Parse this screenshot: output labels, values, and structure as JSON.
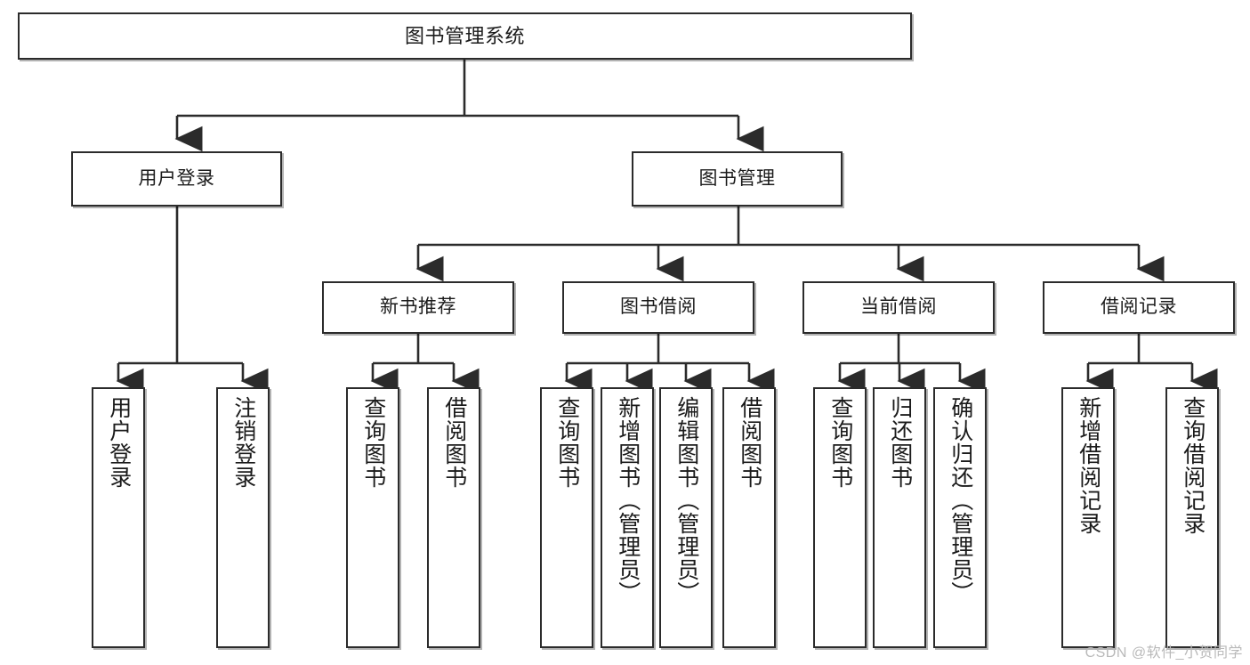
{
  "diagram": {
    "title": "图书管理系统",
    "type": "tree-hierarchy",
    "colors": {
      "box_border": "#2b2b2b",
      "box_fill": "#ffffff",
      "connector": "#2b2b2b",
      "watermark": "#b9b9b9",
      "background": "#ffffff"
    },
    "root": {
      "label": "图书管理系统"
    },
    "level2": [
      {
        "label": "用户登录"
      },
      {
        "label": "图书管理"
      }
    ],
    "level3": [
      {
        "label": "新书推荐"
      },
      {
        "label": "图书借阅"
      },
      {
        "label": "当前借阅"
      },
      {
        "label": "借阅记录"
      }
    ],
    "leaves": {
      "user_login": [
        {
          "label": "用户登录"
        },
        {
          "label": "注销登录"
        }
      ],
      "new_book_recommend": [
        {
          "label": "查询图书"
        },
        {
          "label": "借阅图书"
        }
      ],
      "book_borrow": [
        {
          "label": "查询图书"
        },
        {
          "label": "新增图书（管理员）"
        },
        {
          "label": "编辑图书（管理员）"
        },
        {
          "label": "借阅图书"
        }
      ],
      "current_borrow": [
        {
          "label": "查询图书"
        },
        {
          "label": "归还图书"
        },
        {
          "label": "确认归还（管理员）"
        }
      ],
      "borrow_record": [
        {
          "label": "新增借阅记录"
        },
        {
          "label": "查询借阅记录"
        }
      ]
    }
  },
  "watermark": {
    "text": "CSDN @软件_小贺同学"
  }
}
